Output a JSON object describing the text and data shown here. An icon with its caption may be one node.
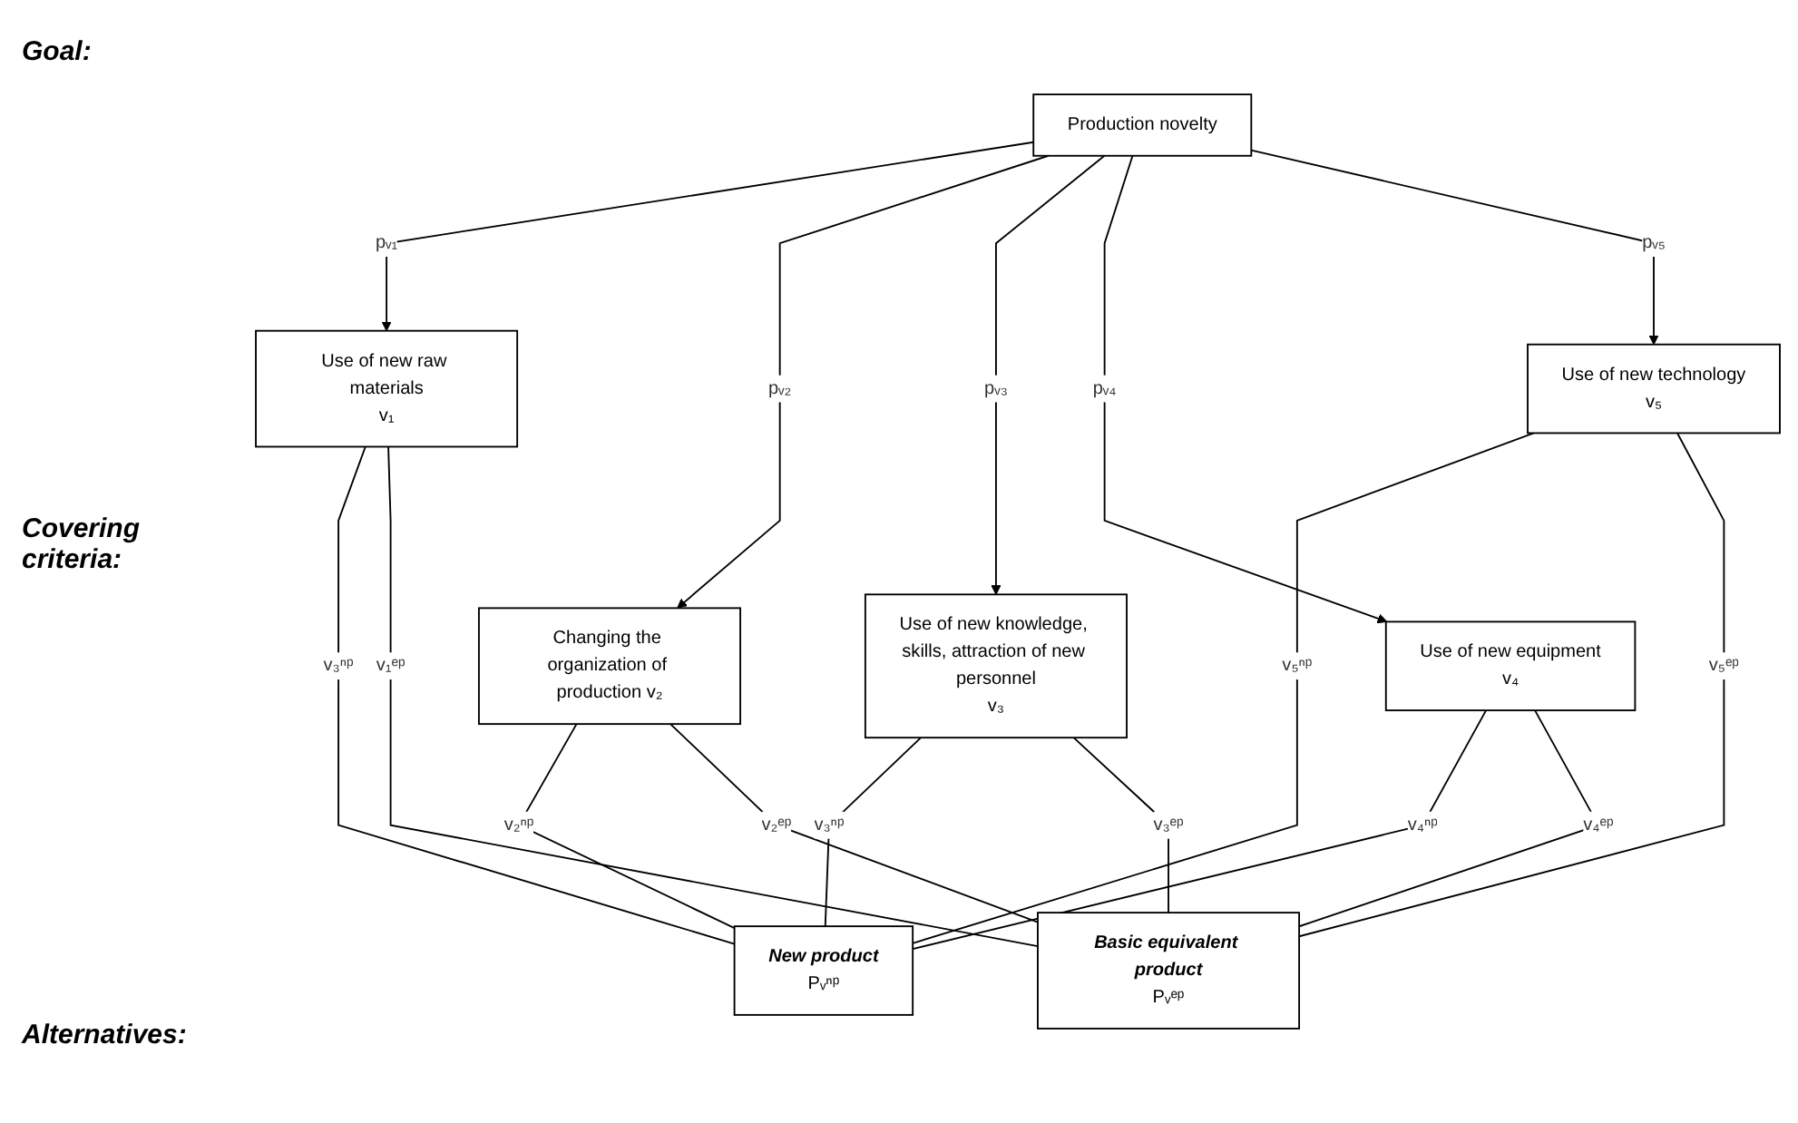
{
  "diagram": {
    "nodes": [
      {
        "text": [
          "Production novelty"
        ]
      },
      {
        "text": [
          "Use of new raw materials",
          "v₁"
        ]
      },
      {
        "text": [
          "Use of new knowledge, skills, attraction of new personnel",
          "v₃"
        ]
      },
      {
        "text": [
          "Use of new technology",
          "v₅"
        ]
      },
      {
        "text": [
          "Use of new equipment",
          "v₄"
        ]
      },
      {
        "text": [
          "Changing the organization of production v₂"
        ]
      },
      {
        "text": [
          "New product",
          "Pᵥⁿᵖ"
        ]
      },
      {
        "text": [
          "Basic equivalent product",
          "Pᵥᵉᵖ"
        ]
      }
    ],
    "edges": [
      {
        "from": 0,
        "to": 1,
        "arrow": "to",
        "label": "pᵥ₁"
      },
      {
        "from": 0,
        "to": 5,
        "arrow": "to",
        "label": "pᵥ₂"
      },
      {
        "from": 0,
        "to": 2,
        "arrow": "to",
        "label": "pᵥ₃"
      },
      {
        "from": 0,
        "to": 4,
        "arrow": "to",
        "label": "pᵥ₄"
      },
      {
        "from": 0,
        "to": 3,
        "arrow": "to",
        "label": "pᵥ₅"
      },
      {
        "from": 1,
        "to": 6,
        "arrow": "none",
        "label": "v₃ⁿᵖ"
      },
      {
        "from": 1,
        "to": 7,
        "arrow": "none",
        "label": "v₁ᵉᵖ"
      },
      {
        "from": 5,
        "to": 6,
        "arrow": "none",
        "label": "v₂ⁿᵖ"
      },
      {
        "from": 5,
        "to": 7,
        "arrow": "none",
        "label": "v₂ᵉᵖ"
      },
      {
        "from": 2,
        "to": 6,
        "arrow": "none",
        "label": "v₃ⁿᵖ"
      },
      {
        "from": 2,
        "to": 7,
        "arrow": "none",
        "label": "v₃ᵉᵖ"
      },
      {
        "from": 4,
        "to": 6,
        "arrow": "none",
        "label": "v₄ⁿᵖ"
      },
      {
        "from": 4,
        "to": 7,
        "arrow": "none",
        "label": "v₄ᵉᵖ"
      },
      {
        "from": 3,
        "to": 6,
        "arrow": "none",
        "label": "v₅ⁿᵖ"
      },
      {
        "from": 3,
        "to": 7,
        "arrow": "none",
        "label": "v₅ᵉᵖ"
      }
    ],
    "labels": [
      "Goal:",
      "Covering criteria:",
      "Alternatives:"
    ]
  }
}
